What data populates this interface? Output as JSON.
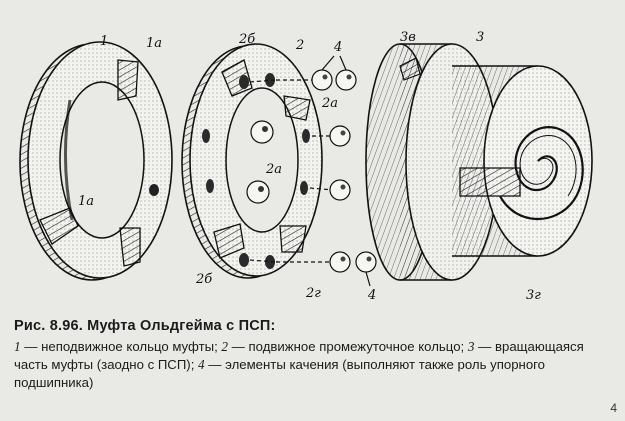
{
  "figure": {
    "labels": {
      "ring1": "1",
      "ring1_slot_top": "1а",
      "ring1_slot_bottom": "1а",
      "ring2": "2",
      "ring2_b_top": "2б",
      "ring2_a_top": "2а",
      "ring2_a_center": "2а",
      "ring2_b_bottom": "2б",
      "ring2_g": "2г",
      "elements": "4",
      "elements_bottom": "4",
      "part3": "3",
      "part3_v": "3в",
      "part3_g": "3г"
    }
  },
  "caption": {
    "title": "Рис. 8.96. Муфта Ольдгейма с ПСП:",
    "items": [
      {
        "num": "1",
        "text": " — неподвижное кольцо муфты; "
      },
      {
        "num": "2",
        "text": " — подвижное промежуточное кольцо; "
      },
      {
        "num": "3",
        "text": " — вращающаяся часть муфты (заодно с ПСП); "
      },
      {
        "num": "4",
        "text": " — элементы качения (выполняют также роль упорного подшипника)"
      }
    ]
  },
  "page": {
    "number": "4"
  }
}
